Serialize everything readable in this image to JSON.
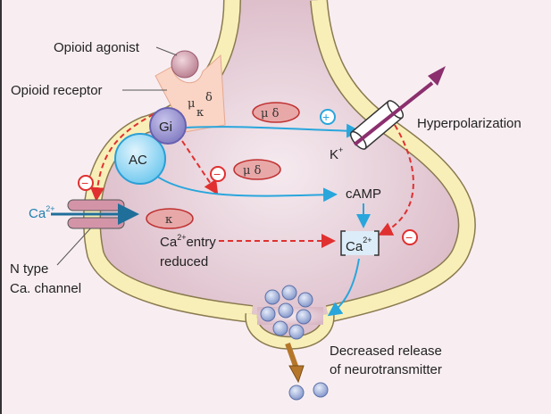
{
  "labels": {
    "opioid_agonist": "Opioid agonist",
    "opioid_receptor": "Opioid receptor",
    "receptor_subtypes": {
      "mu": "μ",
      "delta": "δ",
      "kappa": "κ"
    },
    "gi": "Gi",
    "ac": "AC",
    "badge_mu_delta_top": "μ  δ",
    "badge_mu_delta_mid": "μ  δ",
    "badge_kappa": "κ",
    "plus_sign": "+",
    "minus_sign": "−",
    "k_ion": "K",
    "k_charge": "+",
    "hyperpolarization": "Hyperpolarization",
    "camp": "cAMP",
    "ca_outside": "Ca",
    "ca_outside_charge": "2+",
    "ca_entry_line1_pre": "Ca",
    "ca_entry_charge": "2+",
    "ca_entry_line1_post": "entry",
    "ca_entry_line2": "reduced",
    "ca_inside": "Ca",
    "ca_inside_charge": "2+",
    "n_type_line1": "N type",
    "n_type_line2": "Ca. channel",
    "release_line1": "Decreased release",
    "release_line2": "of neurotransmitter"
  },
  "colors": {
    "membrane": "#f8efb8",
    "membrane_edge": "#8a7a50",
    "cytoplasm": "#e6ccd6",
    "activation_arrow": "#29a6dc",
    "inhibition_arrow": "#e03030",
    "k_channel_arrow": "#8b2f6e",
    "release_arrow": "#b5762a"
  }
}
